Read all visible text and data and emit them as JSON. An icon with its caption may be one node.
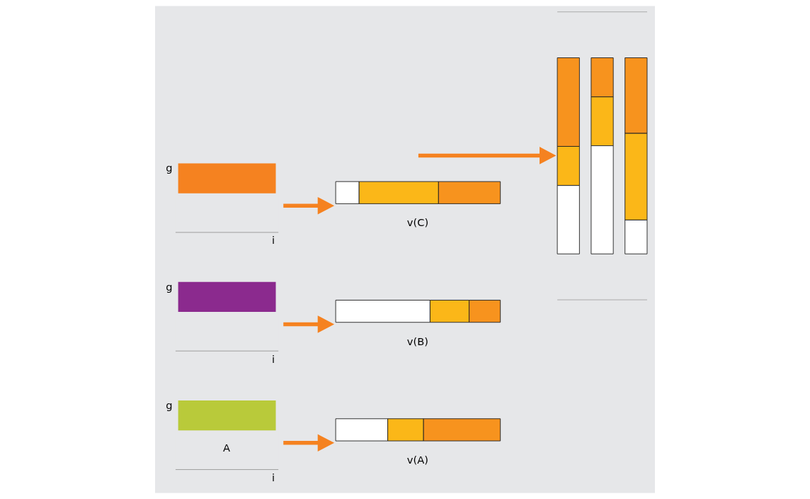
{
  "diagram": {
    "nodes": [
      {
        "text": [
          "g",
          "A",
          "i"
        ]
      },
      {
        "text": [
          "g",
          "i"
        ]
      },
      {
        "text": [
          "g",
          "i"
        ]
      },
      {
        "text": [],
        "shape": "bar",
        "beside": [
          "v(A)"
        ]
      },
      {
        "text": [],
        "shape": "bar",
        "beside": [
          "v(B)"
        ]
      },
      {
        "text": [],
        "shape": "bar",
        "beside": [
          "v(C)"
        ]
      },
      {
        "text": [],
        "shape": "picture"
      }
    ],
    "edges": [
      {
        "from": 0,
        "to": 3,
        "arrow": "to"
      },
      {
        "from": 1,
        "to": 4,
        "arrow": "to"
      },
      {
        "from": 2,
        "to": 5,
        "arrow": "to"
      },
      {
        "from": null,
        "to": 6,
        "arrow": "to"
      }
    ]
  }
}
